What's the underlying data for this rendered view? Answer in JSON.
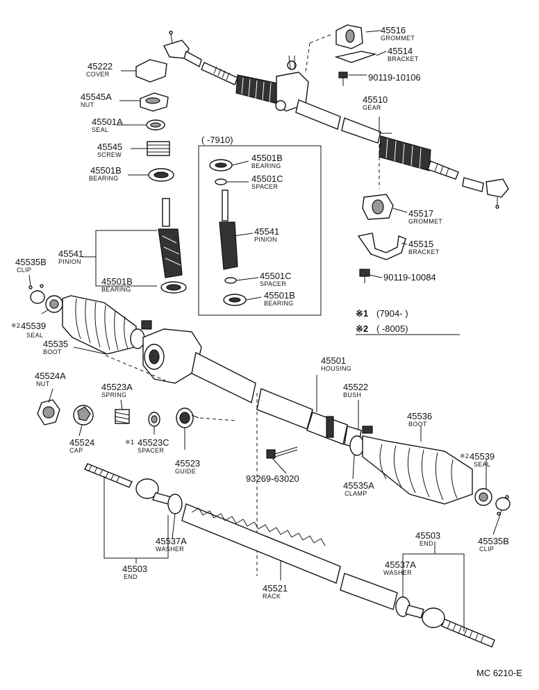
{
  "callouts": [
    {
      "id": "c45516",
      "number": "45516",
      "name": "GROMMET"
    },
    {
      "id": "c45514",
      "number": "45514",
      "name": "BRACKET"
    },
    {
      "id": "c90119a",
      "number": "90119-10106",
      "name": ""
    },
    {
      "id": "c45510",
      "number": "45510",
      "name": "GEAR"
    },
    {
      "id": "c45222",
      "number": "45222",
      "name": "COVER"
    },
    {
      "id": "c45545A",
      "number": "45545A",
      "name": "NUT"
    },
    {
      "id": "c45501A",
      "number": "45501A",
      "name": "SEAL"
    },
    {
      "id": "c45545",
      "number": "45545",
      "name": "SCREW"
    },
    {
      "id": "c45501Bt",
      "number": "45501B",
      "name": "BEARING"
    },
    {
      "id": "c45541",
      "number": "45541",
      "name": "PINION"
    },
    {
      "id": "c45501Bb",
      "number": "45501B",
      "name": "BEARING"
    },
    {
      "id": "c45501Bi1",
      "number": "45501B",
      "name": "BEARING"
    },
    {
      "id": "c45501Ci1",
      "number": "45501C",
      "name": "SPACER"
    },
    {
      "id": "c45541i",
      "number": "45541",
      "name": "PINION"
    },
    {
      "id": "c45501Ci2",
      "number": "45501C",
      "name": "SPACER"
    },
    {
      "id": "c45501Bi2",
      "number": "45501B",
      "name": "BEARING"
    },
    {
      "id": "c45517",
      "number": "45517",
      "name": "GROMMET"
    },
    {
      "id": "c45515",
      "number": "45515",
      "name": "BRACKET"
    },
    {
      "id": "c90119b",
      "number": "90119-10084",
      "name": ""
    },
    {
      "id": "c45535Bl",
      "number": "45535B",
      "name": "CLIP"
    },
    {
      "id": "c45539l",
      "number": "45539",
      "name": "SEAL"
    },
    {
      "id": "c45535",
      "number": "45535",
      "name": "BOOT"
    },
    {
      "id": "c45501",
      "number": "45501",
      "name": "HOUSING"
    },
    {
      "id": "c45522",
      "number": "45522",
      "name": "BUSH"
    },
    {
      "id": "c45524A",
      "number": "45524A",
      "name": "NUT"
    },
    {
      "id": "c45523A",
      "number": "45523A",
      "name": "SPRING"
    },
    {
      "id": "c45524",
      "number": "45524",
      "name": "CAP"
    },
    {
      "id": "c45523C",
      "number": "45523C",
      "name": "SPACER"
    },
    {
      "id": "c45523",
      "number": "45523",
      "name": "GUIDE"
    },
    {
      "id": "c45536",
      "number": "45536",
      "name": "BOOT"
    },
    {
      "id": "c45539r",
      "number": "45539",
      "name": "SEAL"
    },
    {
      "id": "c93269",
      "number": "93269-63020",
      "name": ""
    },
    {
      "id": "c45535A",
      "number": "45535A",
      "name": "CLAMP"
    },
    {
      "id": "c45535Br",
      "number": "45535B",
      "name": "CLIP"
    },
    {
      "id": "c45537Al",
      "number": "45537A",
      "name": "WASHER"
    },
    {
      "id": "c45503l",
      "number": "45503",
      "name": "END"
    },
    {
      "id": "c45503r",
      "number": "45503",
      "name": "END"
    },
    {
      "id": "c45537Ar",
      "number": "45537A",
      "name": "WASHER"
    },
    {
      "id": "c45521",
      "number": "45521",
      "name": "RACK"
    }
  ],
  "marks": {
    "m1": "※1",
    "m2": "※2"
  },
  "inset": {
    "period": "(      -7910)"
  },
  "legend": [
    {
      "mark": "※1",
      "period": "(7904-        )"
    },
    {
      "mark": "※2",
      "period": "(        -8005)"
    }
  ],
  "figure_code": "MC 6210-E"
}
